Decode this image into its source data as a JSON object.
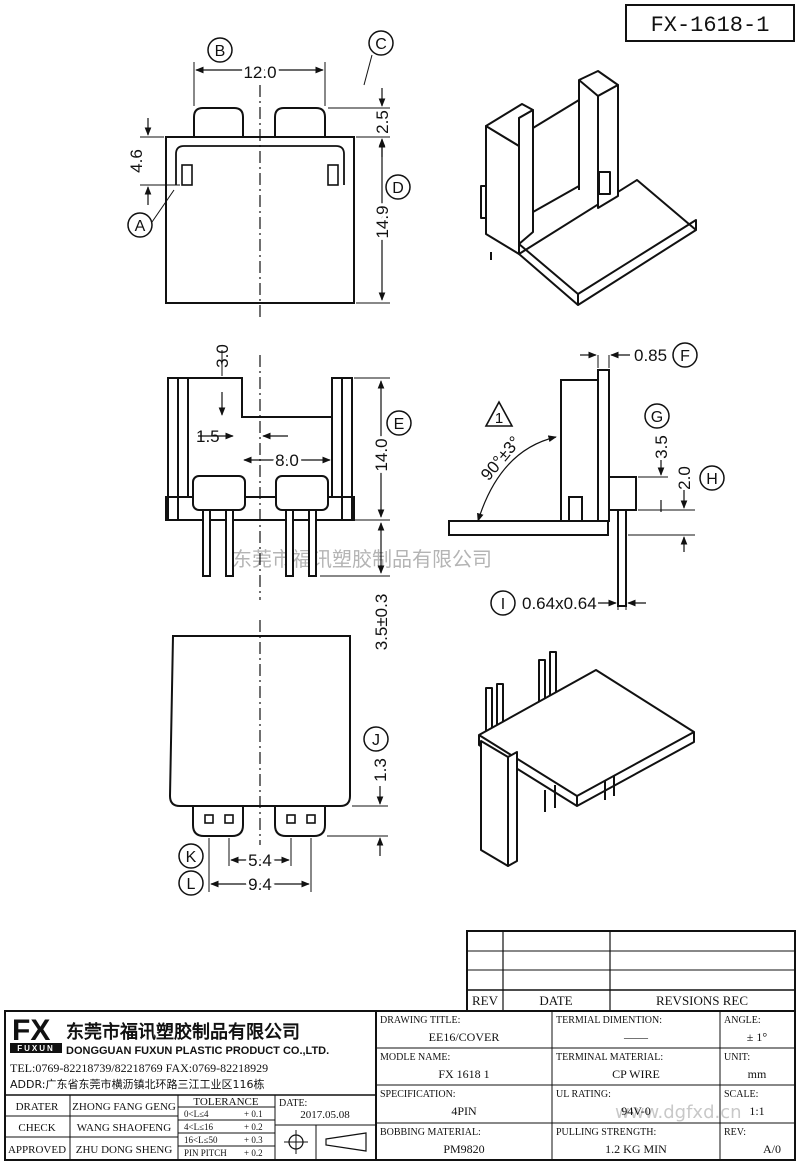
{
  "drawing_number": "FX-1618-1",
  "dimensions": {
    "b_width": "12.0",
    "c_height": "2.5",
    "a_height": "4.6",
    "d_height": "14.9",
    "top_notch": "3.0",
    "left_gap": "1.5",
    "inner_span": "8.0",
    "e_height": "14.0",
    "pin_length": "3.5±0.3",
    "f_thickness": "0.85",
    "g_height": "3.5",
    "h_height": "2.0",
    "angle": "90°±3°",
    "i_pin_section": "0.64x0.64",
    "j_height": "1.3",
    "k_span": "5.4",
    "l_span": "9.4"
  },
  "callouts": {
    "a": "A",
    "b": "B",
    "c": "C",
    "d": "D",
    "e": "E",
    "f": "F",
    "g": "G",
    "h": "H",
    "i": "I",
    "j": "J",
    "k": "K",
    "l": "L"
  },
  "warning_mark": "1",
  "watermark_text": "东莞市福讯塑胶制品有限公司",
  "watermark_url": "www.dgfxd.cn",
  "revision_table": {
    "headers": [
      "REV",
      "DATE",
      "REVSIONS REC"
    ]
  },
  "company": {
    "logo_text": "FX",
    "logo_sub": "FUXUN",
    "name_cn": "东莞市福讯塑胶制品有限公司",
    "name_en": "DONGGUAN FUXUN PLASTIC PRODUCT CO.,LTD.",
    "tel": "TEL:0769-82218739/82218769 FAX:0769-82218929",
    "addr": "ADDR:广东省东莞市横沥镇北环路三江工业区116栋"
  },
  "people": [
    {
      "role": "DRATER",
      "name": "ZHONG FANG GENG"
    },
    {
      "role": "CHECK",
      "name": "WANG SHAOFENG"
    },
    {
      "role": "APPROVED",
      "name": "ZHU DONG SHENG"
    }
  ],
  "tolerance": {
    "title": "TOLERANCE",
    "rows": [
      {
        "range": "0<L≤4",
        "value": "+ 0.1"
      },
      {
        "range": "4<L≤16",
        "value": "+ 0.2"
      },
      {
        "range": "16<L≤50",
        "value": "+ 0.3"
      },
      {
        "range": "PIN PITCH",
        "value": "+ 0.2"
      }
    ]
  },
  "date": {
    "label": "DATE:",
    "value": "2017.05.08"
  },
  "fields": {
    "drawing_title_label": "DRAWING TITLE:",
    "drawing_title": "EE16/COVER",
    "terminal_dim_label": "TERMIAL DIMENTION:",
    "terminal_dim": "——",
    "angle_label": "ANGLE:",
    "angle": "± 1°",
    "model_label": "MODLE NAME:",
    "model": "FX 1618 1",
    "terminal_material_label": "TERMINAL MATERIAL:",
    "terminal_material": "CP WIRE",
    "unit_label": "UNIT:",
    "unit": "mm",
    "spec_label": "SPECIFICATION:",
    "spec": "4PIN",
    "ul_label": "UL RATING:",
    "ul": "94V-0",
    "scale_label": "SCALE:",
    "scale": "1:1",
    "bobbin_label": "BOBBING MATERIAL:",
    "bobbin": "PM9820",
    "pull_label": "PULLING STRENGTH:",
    "pull": "1.2 KG MIN",
    "rev_label": "REV:",
    "rev": "A/0"
  }
}
